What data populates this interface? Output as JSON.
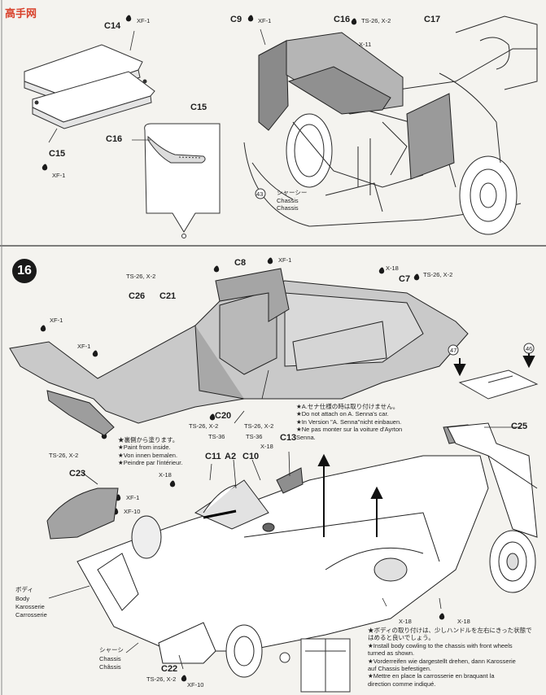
{
  "watermark": {
    "text": "高手网"
  },
  "step": {
    "number": "16"
  },
  "top_section": {
    "labels": {
      "c14": "C14",
      "xf1_a": "XF-1",
      "c9": "C9",
      "xf1_b": "XF-1",
      "c16_top": "C16",
      "ts26x2_top": "TS-26, X-2",
      "x11": "X-11",
      "c17": "C17",
      "c15_detail": "C15",
      "c16_detail": "C16",
      "c15_left": "C15",
      "xf1_left": "XF-1",
      "ref43": "43",
      "chassis_jp": "シャーシー",
      "chassis_de": "Chassis",
      "chassis_fr": "Chassis"
    }
  },
  "bottom_section": {
    "labels": {
      "c8": "C8",
      "xf1_c8": "XF-1",
      "ts26x2_c26": "TS-26, X-2",
      "c26": "C26",
      "c21": "C21",
      "x18_c7": "X-18",
      "c7": "C7",
      "ts26x2_c7": "TS-26, X-2",
      "xf1_wing": "XF-1",
      "xf1_wing2": "XF-1",
      "ref47": "47",
      "ref46": "46",
      "c20": "C20",
      "ts26x2_c20": "TS-26, X-2",
      "ts26x2_c13": "TS-26, X-2",
      "ts36_c11": "TS-36",
      "ts36_c10": "TS-36",
      "x18_c10": "X-18",
      "c11": "C11",
      "a2": "A2",
      "c10": "C10",
      "c13": "C13",
      "c25": "C25",
      "ts26x2_c23": "TS-26, X-2",
      "c23": "C23",
      "x18_left": "X-18",
      "xf1_c23": "XF-1",
      "xf10_c23": "XF-10",
      "body_jp": "ボディ",
      "body_en": "Body",
      "body_de": "Karosserie",
      "body_fr": "Carrosserie",
      "chassis_jp": "シャーシ",
      "chassis_de": "Chassis",
      "chassis_fr": "Châssis",
      "c22": "C22",
      "ts26x2_c22": "TS-26, X-2",
      "xf10_c22": "XF-10",
      "x18_bottom_a": "X-18",
      "x18_bottom_b": "X-18"
    },
    "paint_inside": [
      "★裏側から塗ります。",
      "★Paint from inside.",
      "★Von innen bemalen.",
      "★Peindre par l'intérieur."
    ],
    "senna_note": [
      "★A.セナ仕様の時は取り付けません。",
      "★Do not attach on A. Senna's car.",
      "★In Version \"A. Senna\"nicht einbauen.",
      "★Ne pas monter sur la voiture d'Ayrton",
      "  Senna."
    ],
    "install_note": [
      "★ボディの取り付けは、少しハンドルを左右にきった状態で",
      "  はめると良いでしょう。",
      "★Install body cowling to the chassis with front wheels",
      "  turned as shown.",
      "★Vorderreifen wie dargestellt drehen, dann Karosserie",
      "  auf Chassis befestigen.",
      "★Mettre en place la carrosserie en braquant la",
      "  direction comme indiqué."
    ]
  }
}
